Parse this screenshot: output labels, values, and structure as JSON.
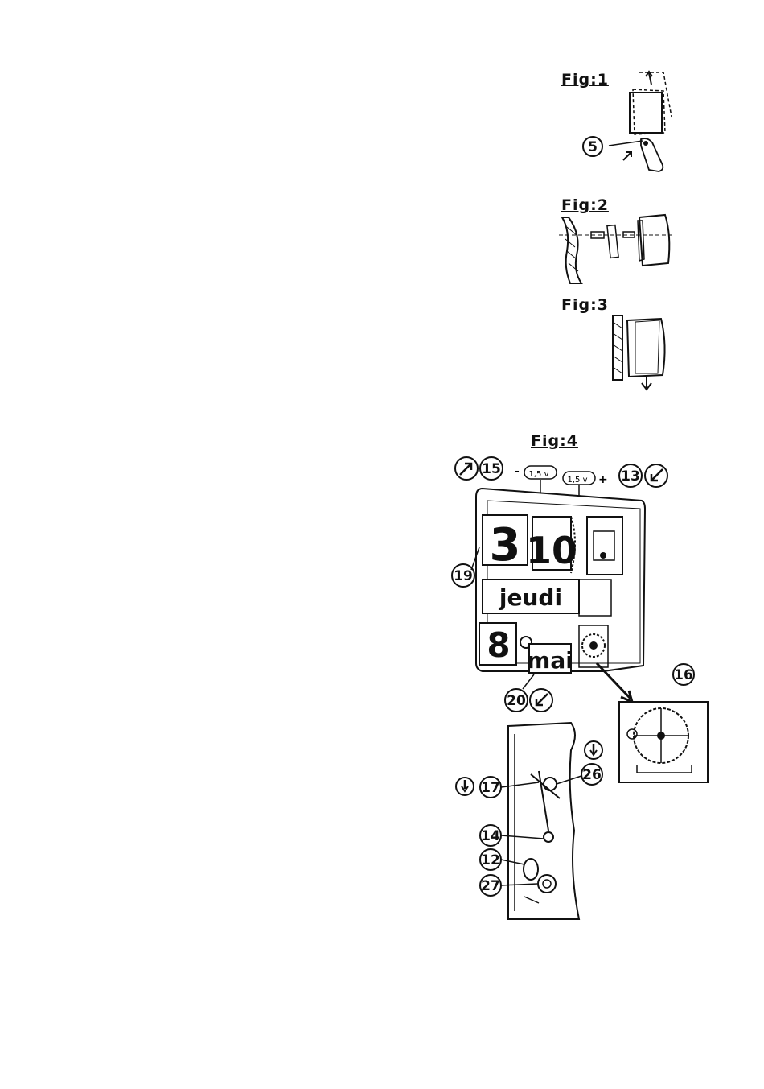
{
  "figures": {
    "fig1": {
      "label": "Fig:1",
      "callouts": [
        "5"
      ]
    },
    "fig2": {
      "label": "Fig:2"
    },
    "fig3": {
      "label": "Fig:3"
    },
    "fig4": {
      "label": "Fig:4",
      "battery_left": "1,5 v",
      "battery_right": "1,5 v",
      "minus_sign": "-",
      "plus_sign": "+",
      "flap_hour": "3",
      "flap_minute": "10",
      "flap_weekday": "jeudi",
      "flap_day": "8",
      "flap_month": "mai",
      "callouts": {
        "c15": "15",
        "c13": "13",
        "c19": "19",
        "c20": "20",
        "c16": "16",
        "c17": "17",
        "c26": "26",
        "c14": "14",
        "c12": "12",
        "c27": "27"
      }
    }
  }
}
